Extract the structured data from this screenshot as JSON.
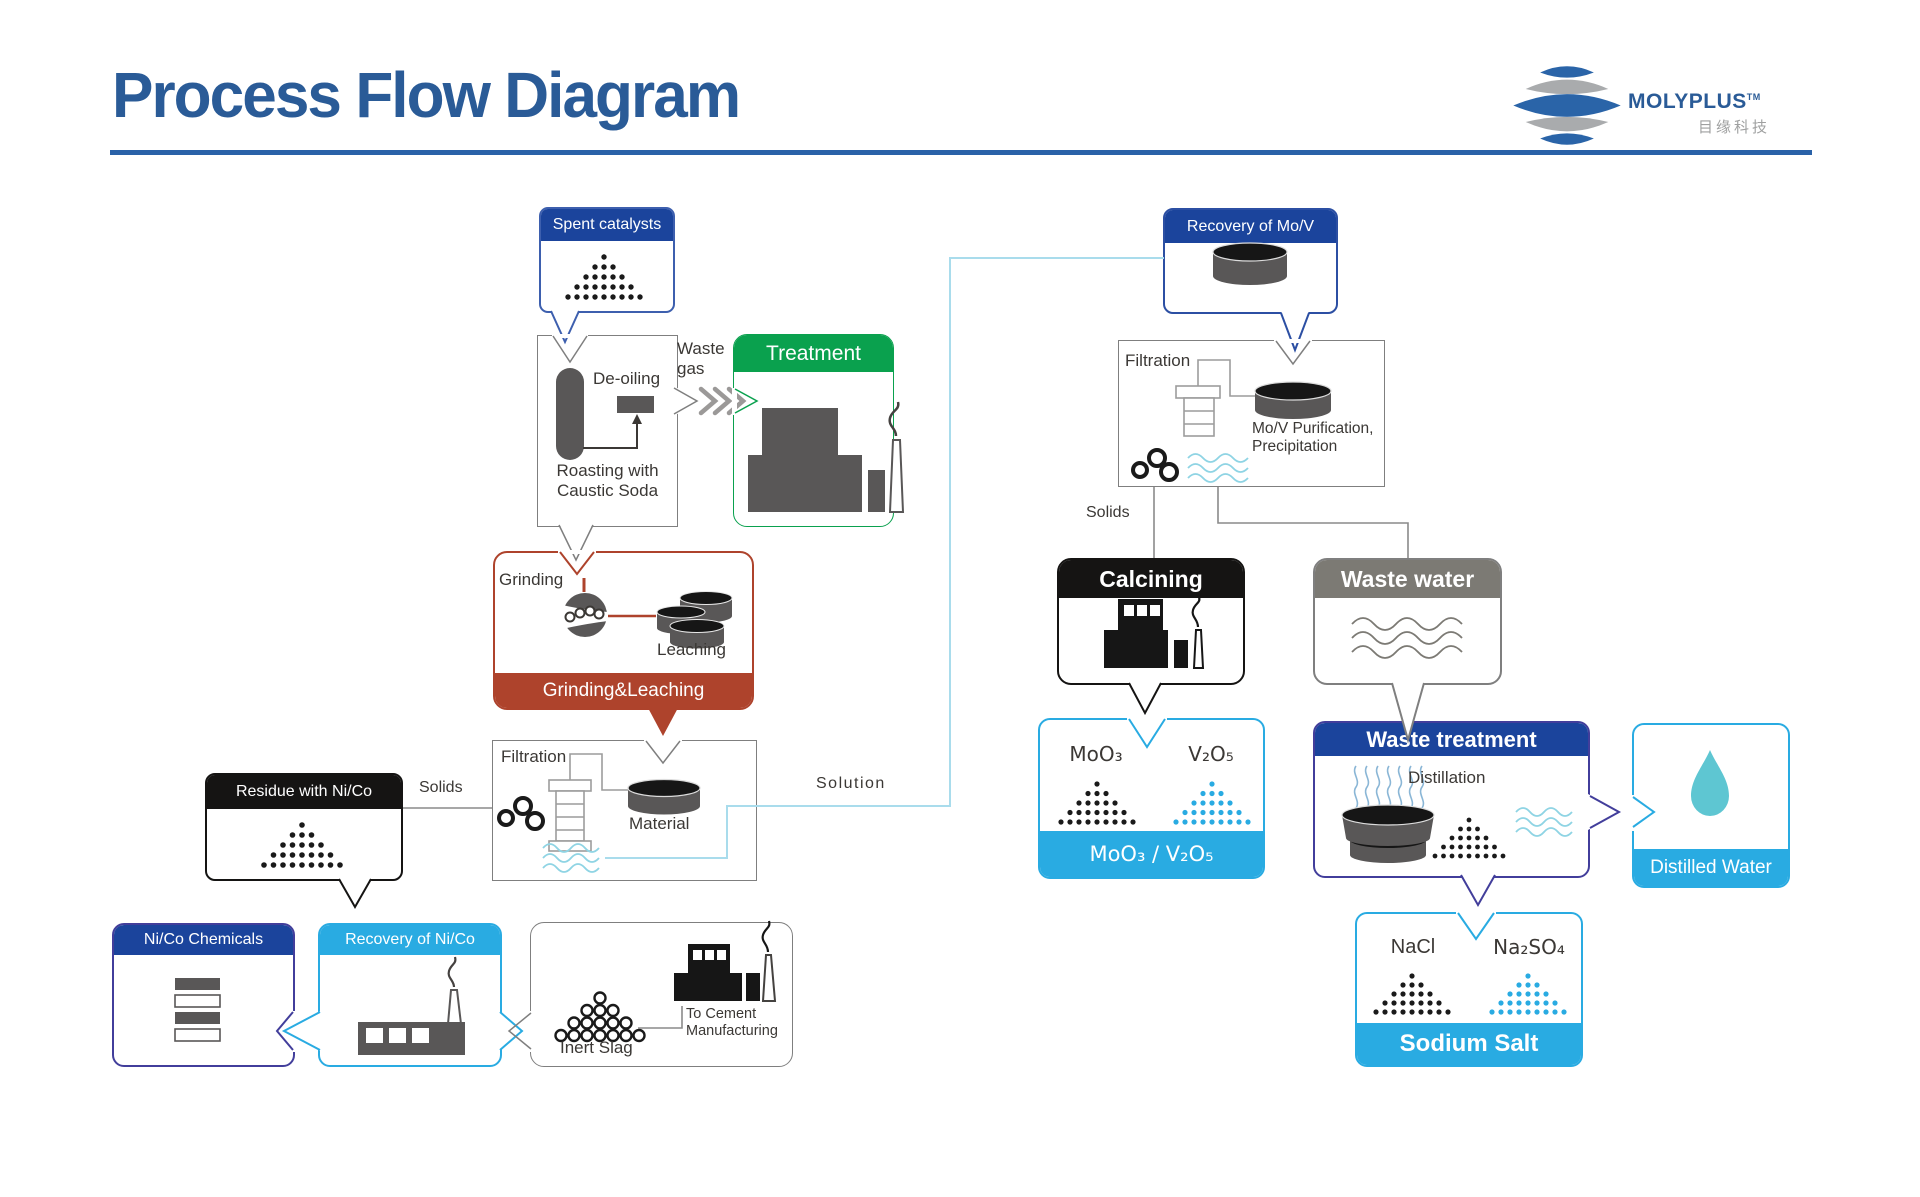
{
  "title": "Process Flow Diagram",
  "logo": {
    "brand": "MOLYPLUS",
    "tm": "TM",
    "subtext": "目缘科技"
  },
  "labels": {
    "spent_catalysts": "Spent catalysts",
    "de_oiling": "De-oiling",
    "waste_gas_1": "Waste",
    "waste_gas_2": "gas",
    "treatment": "Treatment",
    "roasting_1": "Roasting with",
    "roasting_2": "Caustic Soda",
    "grinding": "Grinding",
    "leaching": "Leaching",
    "grinding_leaching": "Grinding&Leaching",
    "filtration_left": "Filtration",
    "material": "Material",
    "solids_left": "Solids",
    "solution": "Solution",
    "residue": "Residue with Ni/Co",
    "nico_chemicals": "Ni/Co Chemicals",
    "recovery_nico": "Recovery of Ni/Co",
    "inert_slag": "Inert Slag",
    "to_cement_1": "To Cement",
    "to_cement_2": "Manufacturing",
    "recovery_mov": "Recovery of Mo/V",
    "filtration_right": "Filtration",
    "purification_1": "Mo/V Purification,",
    "purification_2": "Precipitation",
    "solids_right": "Solids",
    "calcining": "Calcining",
    "waste_water": "Waste water",
    "moo3": "MoO₃",
    "v2o5": "V₂O₅",
    "moo3_v2o5": "MoO₃ / V₂O₅",
    "waste_treatment": "Waste treatment",
    "distillation": "Distillation",
    "distilled_water": "Distilled Water",
    "nacl": "NaCl",
    "na2so4": "Na₂SO₄",
    "sodium_salt": "Sodium Salt"
  },
  "colors": {
    "title_blue": "#2a5b97",
    "header_navy": "#1b449c",
    "cyan": "#29abe2",
    "green": "#0aa14e",
    "red_brown": "#ae432c",
    "black": "#151413",
    "gray_header": "#7c7a74",
    "icon_gray": "#595757",
    "drop_teal": "#5ec6d2",
    "solution_line": "#a9dcec"
  }
}
